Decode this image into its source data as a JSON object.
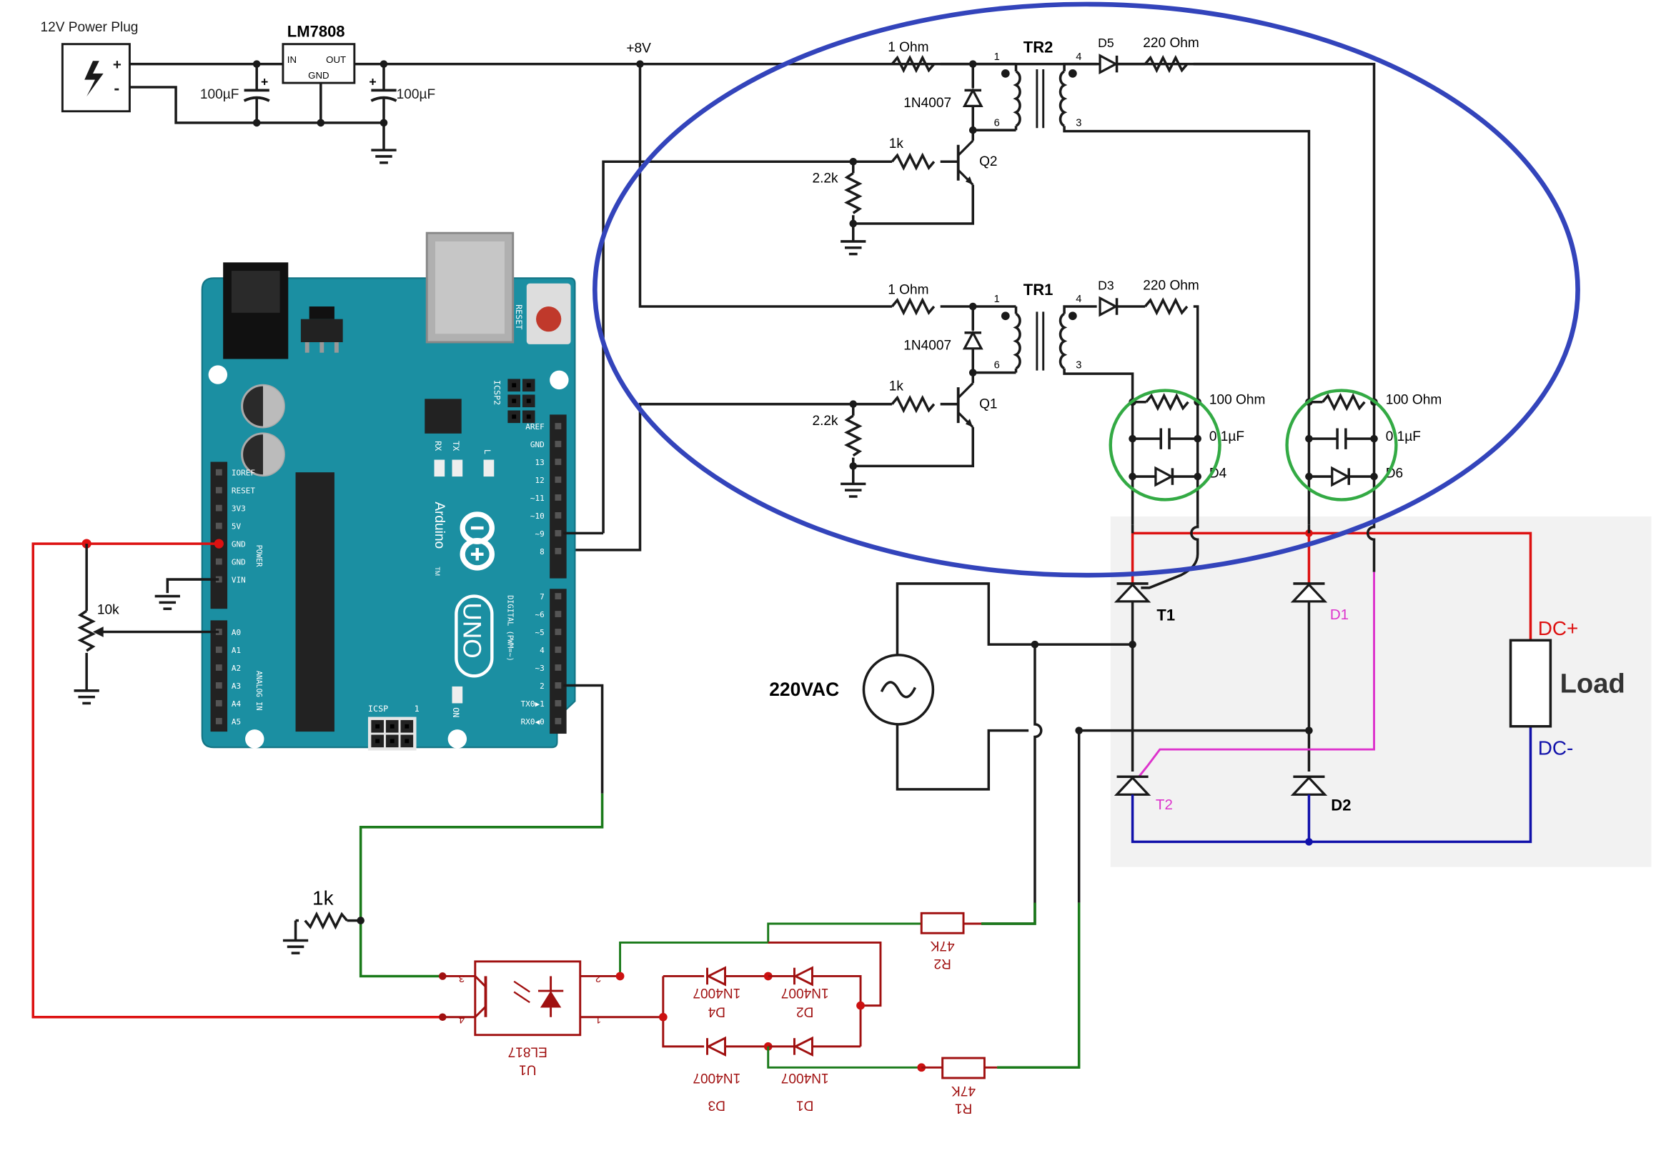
{
  "supply": {
    "plug_label": "12V Power Plug",
    "plug_plus": "+",
    "plug_minus": "-",
    "regulator_name": "LM7808",
    "reg_in": "IN",
    "reg_out": "OUT",
    "reg_gnd": "GND",
    "cap1_label": "100µF",
    "cap2_label": "100µF",
    "cap_plus": "+",
    "rail_label": "+8V"
  },
  "driver_tr2": {
    "r_in": "1 Ohm",
    "pin1": "1",
    "name": "TR2",
    "pin4": "4",
    "diode": "D5",
    "r_out": "220 Ohm",
    "flyback": "1N4007",
    "pin6": "6",
    "pin3": "3",
    "r_base": "1k",
    "transistor": "Q2",
    "r_pull": "2.2k"
  },
  "driver_tr1": {
    "r_in": "1 Ohm",
    "pin1": "1",
    "name": "TR1",
    "pin4": "4",
    "diode": "D3",
    "r_out": "220 Ohm",
    "flyback": "1N4007",
    "pin6": "6",
    "pin3": "3",
    "r_base": "1k",
    "transistor": "Q1",
    "r_pull": "2.2k"
  },
  "snubber_left": {
    "r": "100 Ohm",
    "c": "0.1µF",
    "d": "D4"
  },
  "snubber_right": {
    "r": "100 Ohm",
    "c": "0.1µF",
    "d": "D6"
  },
  "bridge": {
    "t1": "T1",
    "t2": "T2",
    "d1": "D1",
    "d2": "D2",
    "ac_label": "220VAC",
    "dc_plus": "DC+",
    "dc_minus": "DC-",
    "load": "Load"
  },
  "arduino": {
    "reset": "RESET",
    "icsp2": "ICSP2",
    "rx": "RX",
    "tx": "TX",
    "l": "L",
    "brand": "Arduino",
    "tm": "TM",
    "model": "UNO",
    "icsp": "ICSP",
    "icsp_1": "1",
    "on": "ON",
    "power_title": "POWER",
    "analog_title": "ANALOG IN",
    "digital_title": "DIGITAL (PWM=~)",
    "power_pins": [
      "IOREF",
      "RESET",
      "3V3",
      "5V",
      "GND",
      "GND",
      "VIN"
    ],
    "analog_pins": [
      "A0",
      "A1",
      "A2",
      "A3",
      "A4",
      "A5"
    ],
    "top_pins": [
      "AREF",
      "GND",
      "13",
      "12",
      "~11",
      "~10",
      "~9",
      "8"
    ],
    "bottom_pins": [
      "7",
      "~6",
      "~5",
      "4",
      "~3",
      "2",
      "TX0▶1",
      "RX0◀0"
    ]
  },
  "pot": {
    "label": "10k"
  },
  "zero_cross": {
    "r_sense": "1k",
    "opto_name": "U1",
    "opto_part": "EL817",
    "opto_pin1": "1",
    "opto_pin2": "2",
    "opto_pin3": "3",
    "opto_pin4": "4",
    "d1_name": "D1",
    "d2_name": "D2",
    "d3_name": "D3",
    "d4_name": "D4",
    "diode_part": "1N4007",
    "r1_name": "R1",
    "r2_name": "R2",
    "r_value": "47K"
  },
  "colors": {
    "black": "#1a1a1a",
    "red": "#dd1111",
    "green": "#1a7a1a",
    "blue": "#1111aa",
    "magenta": "#dd33cc",
    "maroon": "#a01010",
    "arduino_teal": "#1b8fa2",
    "oval": "#3344bb",
    "circle": "#33aa44"
  }
}
